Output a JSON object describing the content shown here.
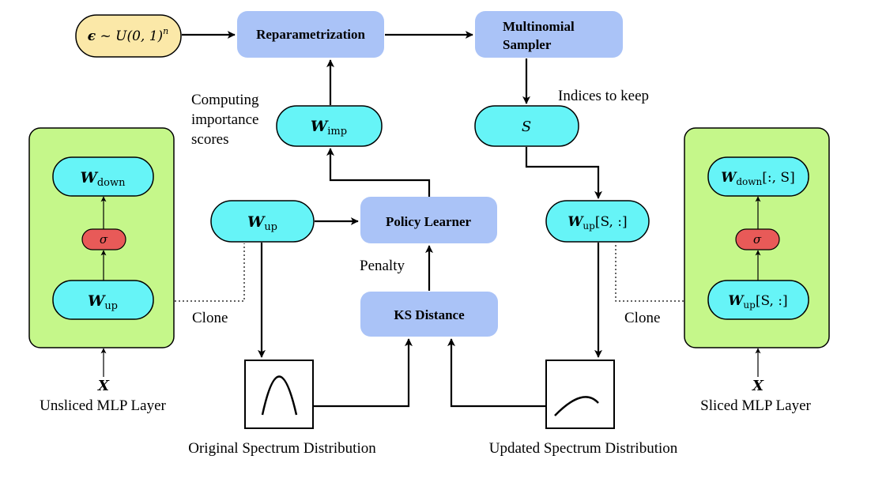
{
  "noise": {
    "epsilon": "ϵ",
    "tilde": " ~ U(0, 1)",
    "exp": "n"
  },
  "nodes": {
    "reparametrization": "Reparametrization",
    "sampler_line1": "Multinomial",
    "sampler_line2": "Sampler",
    "w_imp_sym": "W",
    "w_imp_sub": "imp",
    "s": "S",
    "policy": "Policy Learner",
    "ks": "KS Distance",
    "w_up_sym": "W",
    "w_up_sub": "up",
    "w_up_s_sym": "W",
    "w_up_s_sub": "up",
    "w_up_s_idx": "[S, :]"
  },
  "labels": {
    "computing_1": "Computing",
    "computing_2": "importance",
    "computing_3": "scores",
    "indices": "Indices to keep",
    "penalty": "Penalty",
    "clone_left": "Clone",
    "clone_right": "Clone",
    "orig_spectrum": "Original Spectrum Distribution",
    "upd_spectrum": "Updated Spectrum Distribution"
  },
  "left_mlp": {
    "down_sym": "W",
    "down_sub": "down",
    "sigma": "σ",
    "up_sym": "W",
    "up_sub": "up",
    "input": "X",
    "caption": "Unsliced MLP Layer"
  },
  "right_mlp": {
    "down_sym": "W",
    "down_sub": "down",
    "down_idx": "[:, S]",
    "sigma": "σ",
    "up_sym": "W",
    "up_sub": "up",
    "up_idx": "[S, :]",
    "input": "X",
    "caption": "Sliced MLP Layer"
  },
  "colors": {
    "cyan_node": "#66f4f7",
    "blue_node": "#aac3f7",
    "green_panel": "#c5f78a",
    "yellow_node": "#fbe8a8",
    "red_node": "#e85a58",
    "stroke": "#000000"
  }
}
